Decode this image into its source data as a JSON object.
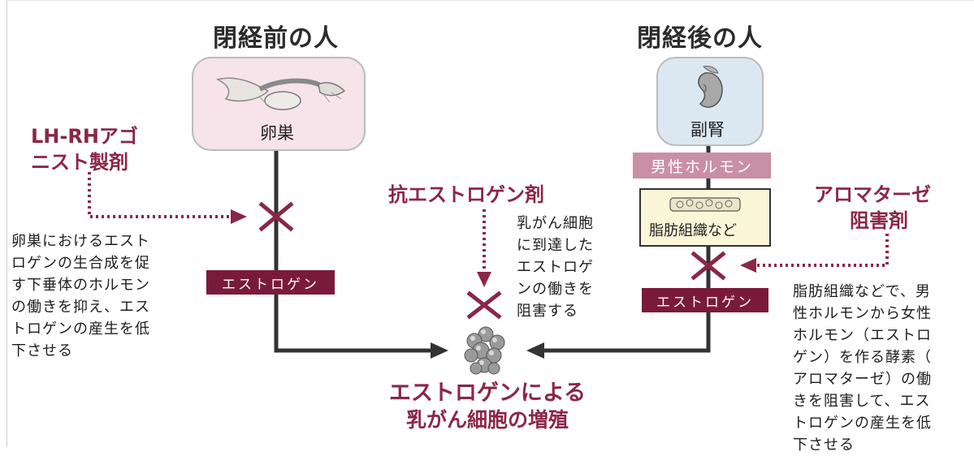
{
  "premenopause": {
    "title": "閉経前の人",
    "organ_label": "卵巣",
    "hormone_tag": "エストロゲン"
  },
  "postmenopause": {
    "title": "閉経後の人",
    "organ_label": "副腎",
    "male_hormone_tag": "男性ホルモン",
    "fat_tissue_label": "脂肪組織など",
    "hormone_tag": "エストロゲン"
  },
  "drugs": {
    "lhrh_line1": "LH-RHアゴ",
    "lhrh_line2": "ニスト製剤",
    "antiestrogen": "抗エストロゲン剤",
    "aromatase_line1": "アロマターゼ",
    "aromatase_line2": "阻害剤"
  },
  "notes": {
    "lhrh": [
      "卵巣におけるエスト",
      "ロゲンの生合成を促",
      "す下垂体のホルモン",
      "の働きを抑え、エス",
      "トロゲンの産生を低",
      "下させる"
    ],
    "antiestrogen": [
      "乳がん細胞",
      "に到達した",
      "エストロゲ",
      "ンの働きを",
      "阻害する"
    ],
    "aromatase": [
      "脂肪組織などで、男",
      "性ホルモンから女性",
      "ホルモン（エストロ",
      "ゲン）を作る酵素（",
      "アロマターゼ）の働",
      "きを阻害して、エス",
      "トロゲンの産生を低",
      "下させる"
    ]
  },
  "result": {
    "line1": "エストロゲンによる",
    "line2": "乳がん細胞の増殖"
  },
  "colors": {
    "drug_text": "#8b2746",
    "dark_tag": "#7a1a3a",
    "pink_tag": "#c98fa5",
    "ovary_box": "#f6e4ea",
    "adrenal_box": "#dce8f1",
    "fat_box": "#fbf6d8",
    "arrow": "#333333",
    "dotted": "#8b2746"
  },
  "icons": {
    "ovary": "ovary-illustration",
    "adrenal": "adrenal-kidney-illustration",
    "fat": "fat-tissue-illustration",
    "cells": "cancer-cell-cluster-illustration",
    "block": "x-block-mark"
  }
}
